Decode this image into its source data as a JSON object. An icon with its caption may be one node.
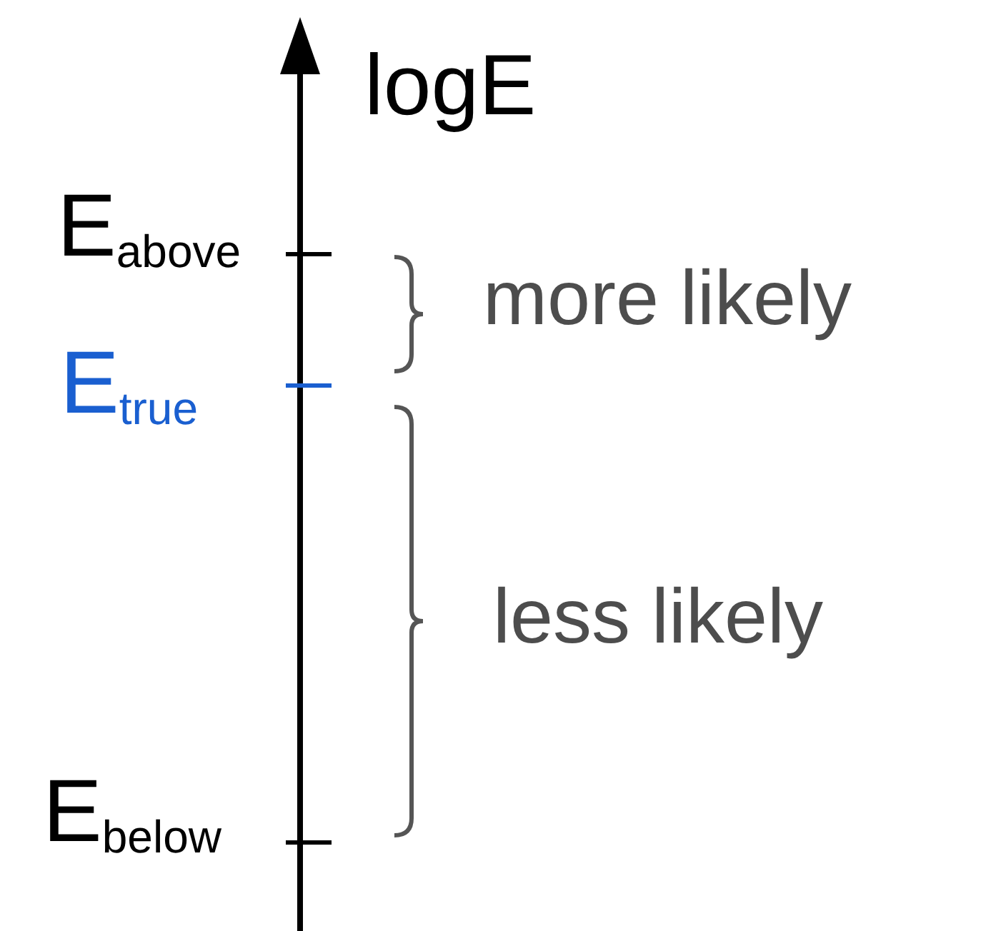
{
  "diagram": {
    "labels": [
      "logE",
      "E$_{above}$",
      "more likely",
      "E$_{true}$",
      "less likely",
      "E$_{below}$"
    ]
  }
}
